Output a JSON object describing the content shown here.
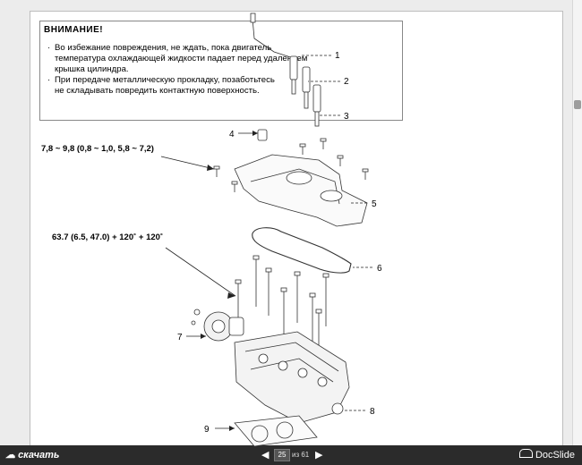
{
  "note": {
    "title": "ВНИМАНИЕ!",
    "lines": [
      "Во избежание повреждения, не ждать, пока двигатель",
      "температура охлаждающей жидкости падает перед удалением",
      "крышка цилиндра.",
      "При передаче металлическую прокладку, позаботьтесь",
      "не складывать повредить контактную поверхность."
    ],
    "bullet": "·"
  },
  "diagram": {
    "callouts": [
      "1",
      "2",
      "3",
      "4",
      "5",
      "6",
      "7",
      "8",
      "9"
    ],
    "torque_1": "7,8 ~ 9,8 (0,8 ~ 1,0, 5,8 ~ 7,2)",
    "torque_2": "63.7 (6.5, 47.0) + 120˚ + 120˚"
  },
  "toolbar": {
    "download_label": "скачать",
    "prev_icon": "◀",
    "next_icon": "▶",
    "current_page": "25",
    "page_total": "из 61",
    "brand": "DocSlide",
    "brand_icon": "cloud-icon"
  }
}
